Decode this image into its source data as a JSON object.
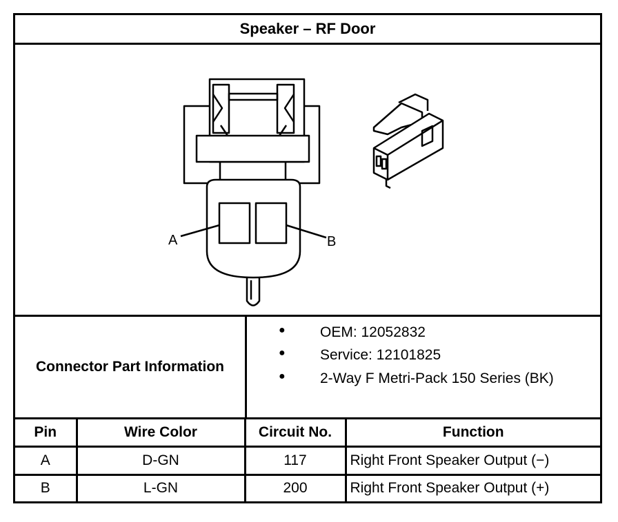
{
  "title": "Speaker – RF Door",
  "diagram": {
    "pin_label_a": "A",
    "pin_label_b": "B"
  },
  "connector_info": {
    "label": "Connector Part Information",
    "items": [
      "OEM: 12052832",
      "Service: 12101825",
      "2-Way F Metri-Pack 150 Series (BK)"
    ]
  },
  "pin_table": {
    "headers": [
      "Pin",
      "Wire Color",
      "Circuit No.",
      "Function"
    ],
    "rows": [
      [
        "A",
        "D-GN",
        "117",
        "Right Front Speaker Output (−)"
      ],
      [
        "B",
        "L-GN",
        "200",
        "Right Front Speaker Output (+)"
      ]
    ]
  }
}
